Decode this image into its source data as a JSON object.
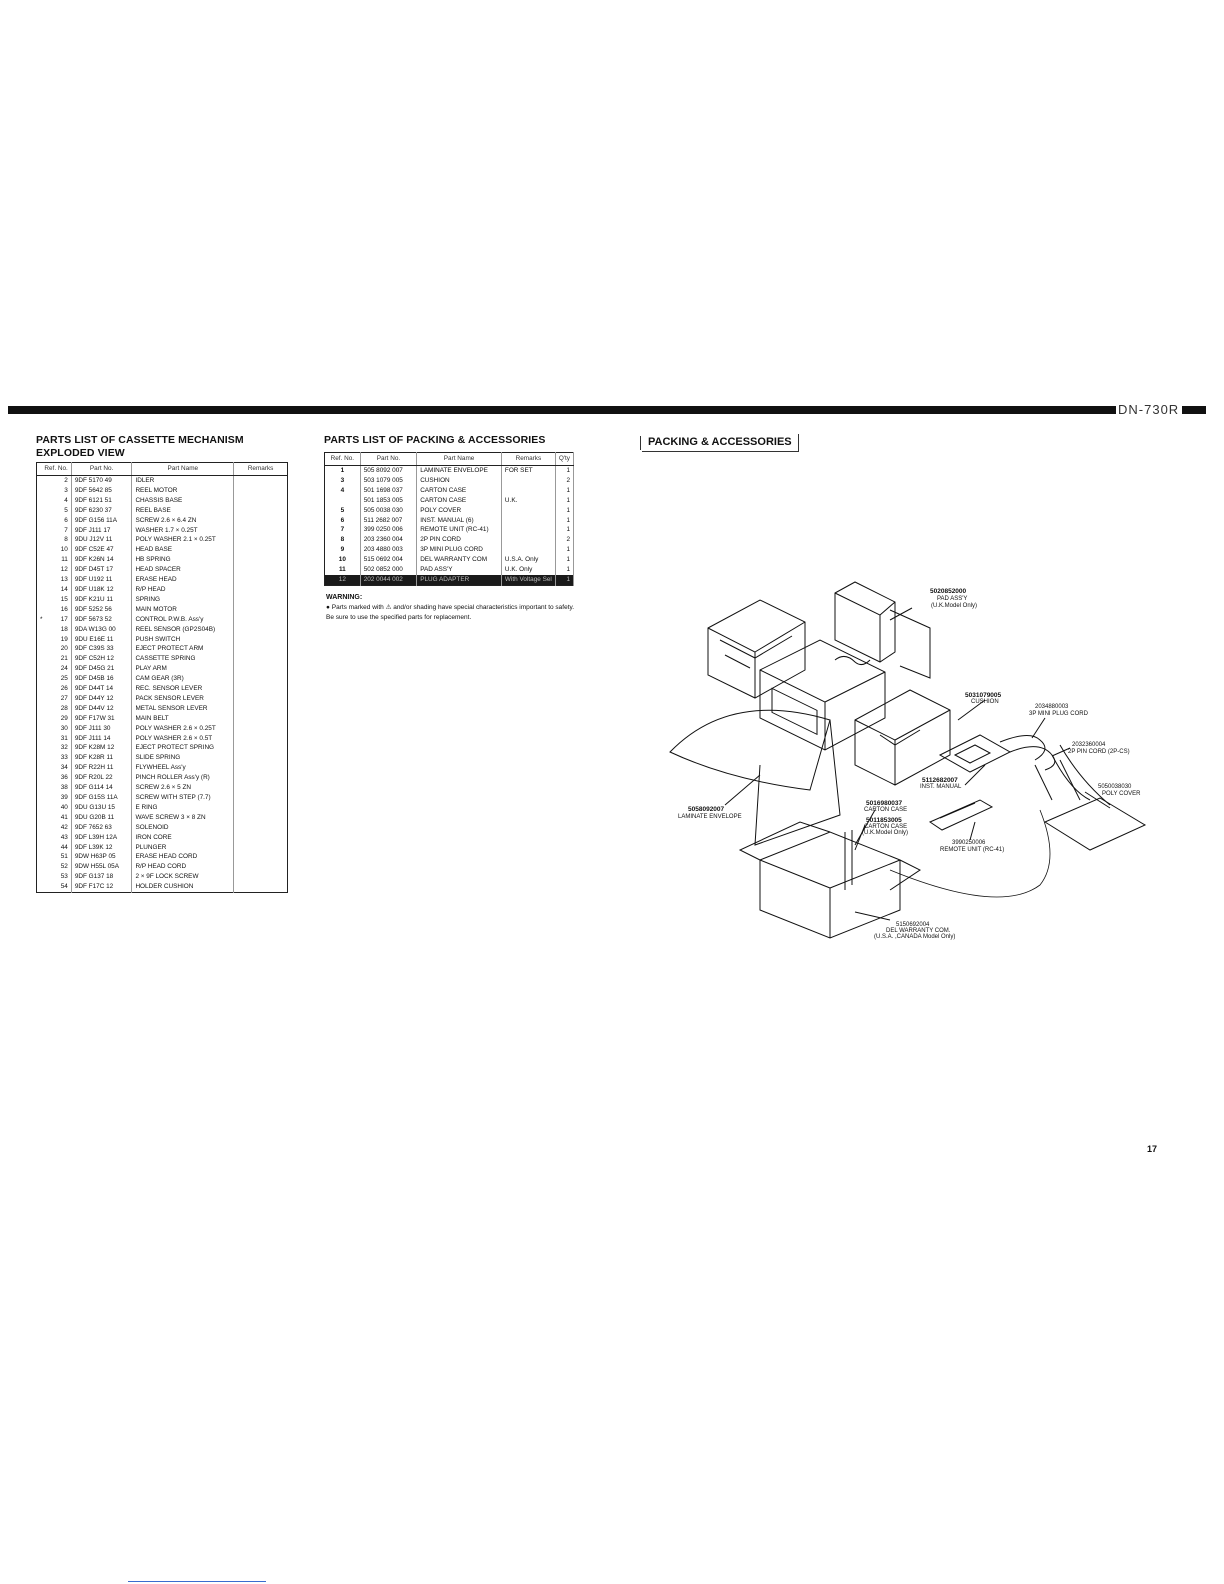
{
  "model_header": "DN-730R",
  "page_number": "17",
  "mechanism": {
    "title": "PARTS LIST OF CASSETTE MECHANISM EXPLODED VIEW",
    "headers": [
      "Ref. No.",
      "Part No.",
      "Part Name",
      "Remarks"
    ],
    "rows": [
      [
        "",
        "2",
        "9DF 5170 49",
        "IDLER",
        ""
      ],
      [
        "",
        "3",
        "9DF 5642 85",
        "REEL MOTOR",
        ""
      ],
      [
        "",
        "4",
        "9DF 6121 51",
        "CHASSIS BASE",
        ""
      ],
      [
        "",
        "5",
        "9DF 6230 37",
        "REEL BASE",
        ""
      ],
      [
        "",
        "6",
        "9DF G156 11A",
        "SCREW 2.6 × 6.4 ZN",
        ""
      ],
      [
        "",
        "7",
        "9DF J111 17",
        "WASHER 1.7 × 0.25T",
        ""
      ],
      [
        "",
        "8",
        "9DU J12V 11",
        "POLY WASHER 2.1 × 0.25T",
        ""
      ],
      [
        "",
        "10",
        "9DF C52E 47",
        "HEAD BASE",
        ""
      ],
      [
        "",
        "11",
        "9DF K26N 14",
        "HB SPRING",
        ""
      ],
      [
        "",
        "12",
        "9DF D45T 17",
        "HEAD SPACER",
        ""
      ],
      [
        "",
        "13",
        "9DF U192 11",
        "ERASE HEAD",
        ""
      ],
      [
        "",
        "14",
        "9DF U18K 12",
        "R/P HEAD",
        ""
      ],
      [
        "",
        "15",
        "9DF K21U 11",
        "SPRING",
        ""
      ],
      [
        "",
        "16",
        "9DF 5252 56",
        "MAIN MOTOR",
        ""
      ],
      [
        "*",
        "17",
        "9DF 5673 52",
        "CONTROL P.W.B. Ass'y",
        ""
      ],
      [
        "",
        "18",
        "9DA W13G 00",
        "REEL SENSOR (GP2S04B)",
        ""
      ],
      [
        "",
        "19",
        "9DU E16E 11",
        "PUSH SWITCH",
        ""
      ],
      [
        "",
        "20",
        "9DF C39S 33",
        "EJECT PROTECT ARM",
        ""
      ],
      [
        "",
        "21",
        "9DF C52H 12",
        "CASSETTE SPRING",
        ""
      ],
      [
        "",
        "24",
        "9DF D45G 21",
        "PLAY ARM",
        ""
      ],
      [
        "",
        "25",
        "9DF D45B 16",
        "CAM GEAR (3R)",
        ""
      ],
      [
        "",
        "26",
        "9DF D44T 14",
        "REC. SENSOR LEVER",
        ""
      ],
      [
        "",
        "27",
        "9DF D44Y 12",
        "PACK SENSOR LEVER",
        ""
      ],
      [
        "",
        "28",
        "9DF D44V 12",
        "METAL SENSOR LEVER",
        ""
      ],
      [
        "",
        "29",
        "9DF F17W 31",
        "MAIN BELT",
        ""
      ],
      [
        "",
        "30",
        "9DF J111 30",
        "POLY WASHER 2.6 × 0.25T",
        ""
      ],
      [
        "",
        "31",
        "9DF J111 14",
        "POLY WASHER 2.6 × 0.5T",
        ""
      ],
      [
        "",
        "32",
        "9DF K28M 12",
        "EJECT PROTECT SPRING",
        ""
      ],
      [
        "",
        "33",
        "9DF K28R 11",
        "SLIDE SPRING",
        ""
      ],
      [
        "",
        "34",
        "9DF R22H 11",
        "FLYWHEEL Ass'y",
        ""
      ],
      [
        "",
        "36",
        "9DF R20L 22",
        "PINCH ROLLER Ass'y (R)",
        ""
      ],
      [
        "",
        "38",
        "9DF G114 14",
        "SCREW 2.6 × 5 ZN",
        ""
      ],
      [
        "",
        "39",
        "9DF G15S 11A",
        "SCREW WITH STEP (7.7)",
        ""
      ],
      [
        "",
        "40",
        "9DU G13U 15",
        "E RING",
        ""
      ],
      [
        "",
        "41",
        "9DU G20B 11",
        "WAVE SCREW 3 × 8 ZN",
        ""
      ],
      [
        "",
        "42",
        "9DF 7652 63",
        "SOLENOID",
        ""
      ],
      [
        "",
        "43",
        "9DF L39H 12A",
        "IRON CORE",
        ""
      ],
      [
        "",
        "44",
        "9DF L39K 12",
        "PLUNGER",
        ""
      ],
      [
        "",
        "51",
        "9DW H63P 05",
        "ERASE HEAD CORD",
        ""
      ],
      [
        "",
        "52",
        "9DW H55L 05A",
        "R/P HEAD CORD",
        ""
      ],
      [
        "",
        "53",
        "9DF G137 18",
        "2 × 9F LOCK SCREW",
        ""
      ],
      [
        "",
        "54",
        "9DF F17C 12",
        "HOLDER CUSHION",
        ""
      ]
    ]
  },
  "packing_list": {
    "title": "PARTS LIST OF PACKING & ACCESSORIES",
    "headers": [
      "Ref. No.",
      "Part No.",
      "Part Name",
      "Remarks",
      "Q'ty"
    ],
    "rows": [
      [
        "1",
        "505 8092 007",
        "LAMINATE ENVELOPE",
        "FOR SET",
        "1"
      ],
      [
        "3",
        "503 1079 005",
        "CUSHION",
        "",
        "2"
      ],
      [
        "4",
        "501 1698 037",
        "CARTON CASE",
        "",
        "1"
      ],
      [
        "",
        "501 1853 005",
        "CARTON CASE",
        "U.K.",
        "1"
      ],
      [
        "5",
        "505 0038 030",
        "POLY COVER",
        "",
        "1"
      ],
      [
        "6",
        "511 2682 007",
        "INST. MANUAL (6)",
        "",
        "1"
      ],
      [
        "7",
        "399 0250 006",
        "REMOTE UNIT (RC-41)",
        "",
        "1"
      ],
      [
        "8",
        "203 2360 004",
        "2P PIN CORD",
        "",
        "2"
      ],
      [
        "9",
        "203 4880 003",
        "3P MINI PLUG CORD",
        "",
        "1"
      ],
      [
        "10",
        "515 0692 004",
        "DEL WARRANTY COM",
        "U.S.A. Only",
        "1"
      ],
      [
        "11",
        "502 0852 000",
        "PAD ASS'Y",
        "U.K. Only",
        "1"
      ],
      [
        "12",
        "202 0044 002",
        "PLUG ADAPTER",
        "With Voltage Sel",
        "1"
      ]
    ],
    "warning_title": "WARNING:",
    "warning_line1": "Parts marked with  ⚠  and/or shading have special characteristics important to safety.",
    "warning_line2": "Be sure to use the specified parts for replacement."
  },
  "packing_diagram": {
    "title": "PACKING & ACCESSORIES",
    "labels": {
      "pad_no": "5020852000",
      "pad_name": "PAD ASS'Y",
      "pad_note": "(U.K.Model Only)",
      "cushion_no": "5031079005",
      "cushion_name": "CUSHION",
      "mini_no": "2034880003",
      "mini_name": "3P MINI PLUG CORD",
      "pin_no": "2032360004",
      "pin_name": "2P PIN CORD (2P-CS)",
      "manual_no": "5112682007",
      "manual_name": "INST. MANUAL",
      "poly_no": "5050038030",
      "poly_name": "POLY COVER",
      "env_no": "5058092007",
      "env_name": "LAMINATE ENVELOPE",
      "carton1_no": "5016980037",
      "carton1_name": "CARTON CASE",
      "carton2_no": "5011853005",
      "carton2_name": "CARTON CASE",
      "carton2_note": "(U.K.Model Only)",
      "remote_no": "3990250006",
      "remote_name": "REMOTE UNIT (RC-41)",
      "warranty_no": "5150692004",
      "warranty_name": "DEL WARRANTY COM.",
      "warranty_note": "(U.S.A. ,CANADA Model Only)"
    }
  },
  "colors": {
    "ink": "#111111",
    "shade": "#1a1a1a",
    "link_line": "#3a6ccf"
  }
}
